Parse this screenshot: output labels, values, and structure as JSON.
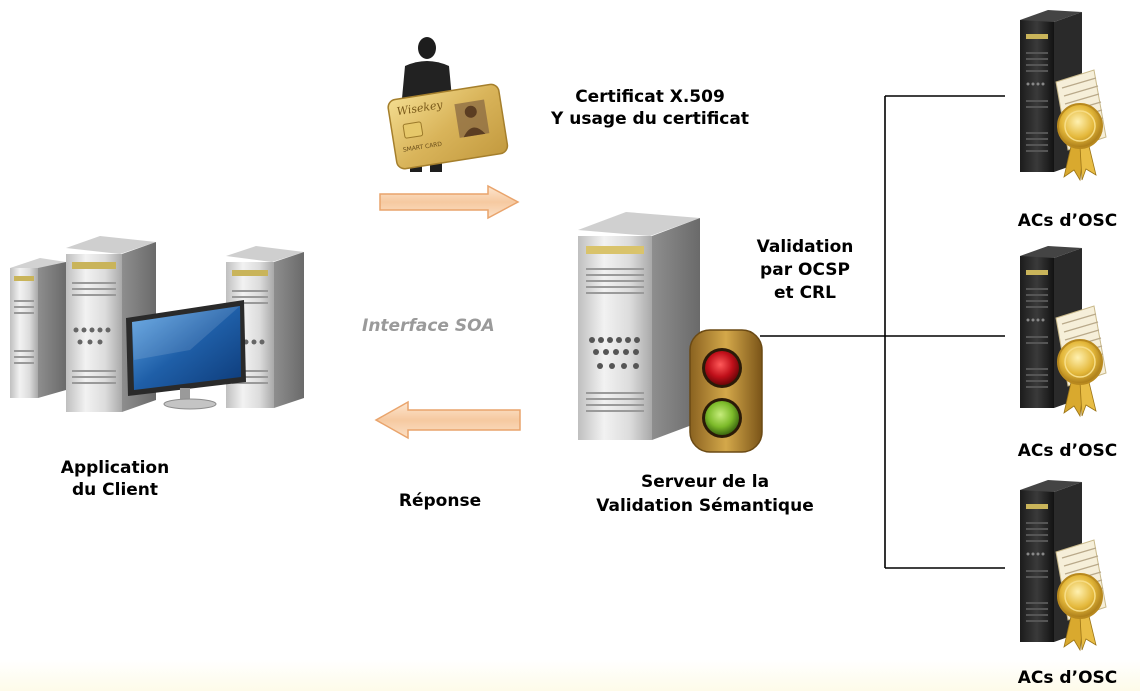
{
  "labels": {
    "cert_line1": "Certificat X.509",
    "cert_line2": "Y usage du certificat",
    "validation_line1": "Validation",
    "validation_line2": "par OCSP",
    "validation_line3": "et CRL",
    "interface": "Interface SOA",
    "client_line1": "Application",
    "client_line2": "du Client",
    "reponse": "Réponse",
    "server_line1": "Serveur de la",
    "server_line2": "Validation Sémantique",
    "ca_top": "ACs d’OSC",
    "ca_middle": "ACs d’OSC",
    "ca_bottom": "ACs d’OSC",
    "card_brand": "Wisekey",
    "card_text": "SMART CARD"
  },
  "colors": {
    "arrow_fill": "#f6c9a0",
    "arrow_stroke": "#e9a46c",
    "monitor_screen": "#1f5fa8",
    "light_red": "#c0101a",
    "light_green": "#7dbb2a",
    "traffic_body": "#b8892e",
    "seal_gold": "#e4b83a"
  }
}
